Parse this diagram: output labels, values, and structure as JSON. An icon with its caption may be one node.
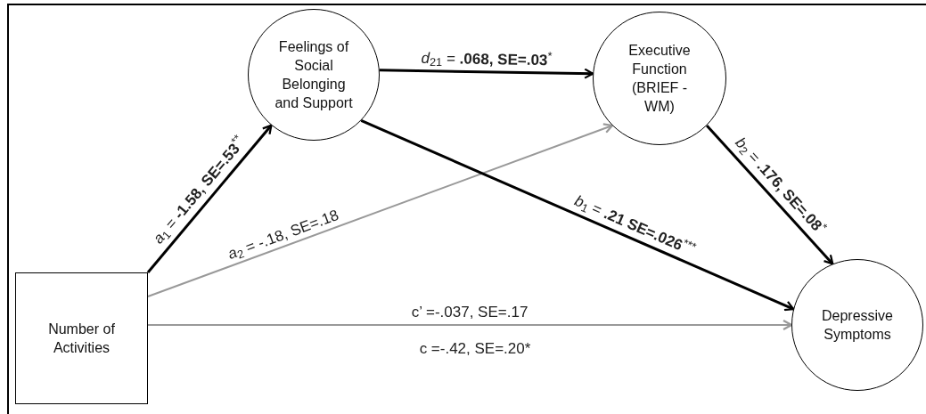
{
  "diagram": {
    "nodes": [
      {
        "text": [
          "Number of Activities"
        ]
      },
      {
        "text": [
          "Feelings of Social Belonging and Support"
        ]
      },
      {
        "text": [
          "Executive Function (BRIEF - WM)"
        ]
      },
      {
        "text": [
          "Depressive Symptoms"
        ]
      }
    ],
    "edges": [
      {
        "from": 0,
        "to": 1,
        "arrow": "to",
        "label": "*a*$_{1}$ = **-1.58, SE=.53**$^{**}$"
      },
      {
        "from": 0,
        "to": 2,
        "arrow": "to",
        "label": "*a*$_{2}$ = -.18, SE=.18",
        "color": "#999999"
      },
      {
        "from": 1,
        "to": 2,
        "arrow": "to",
        "label": "*d*$_{21}$ = **.068, SE=.03**$^{*}$"
      },
      {
        "from": 1,
        "to": 3,
        "arrow": "to",
        "label": "*b*$_{1}$ = **.21 SE=.026**$^{***}$"
      },
      {
        "from": 2,
        "to": 3,
        "arrow": "to",
        "label": "*b*$_{2}$ = **.176, SE=.08**$^{*}$"
      },
      {
        "from": 0,
        "to": 3,
        "arrow": "to",
        "label": "c’ =-.037, SE=.17",
        "color": "#999999"
      }
    ],
    "labels": [
      "c =-.42, SE=.20*"
    ]
  }
}
